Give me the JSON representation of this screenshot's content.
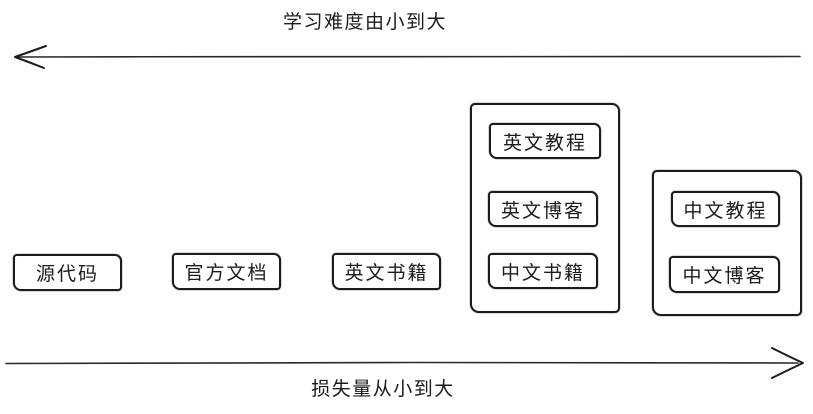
{
  "colors": {
    "stroke": "#1c1c1c",
    "background": "#ffffff"
  },
  "top_axis": {
    "label": "学习难度由小到大",
    "arrow_direction": "left"
  },
  "bottom_axis": {
    "label": "损失量从小到大",
    "arrow_direction": "right"
  },
  "standalone_items": [
    {
      "label": "源代码"
    },
    {
      "label": "官方文档"
    },
    {
      "label": "英文书籍"
    }
  ],
  "groups": [
    {
      "items": [
        {
          "label": "英文教程"
        },
        {
          "label": "英文博客"
        },
        {
          "label": "中文书籍"
        }
      ]
    },
    {
      "items": [
        {
          "label": "中文教程"
        },
        {
          "label": "中文博客"
        }
      ]
    }
  ]
}
